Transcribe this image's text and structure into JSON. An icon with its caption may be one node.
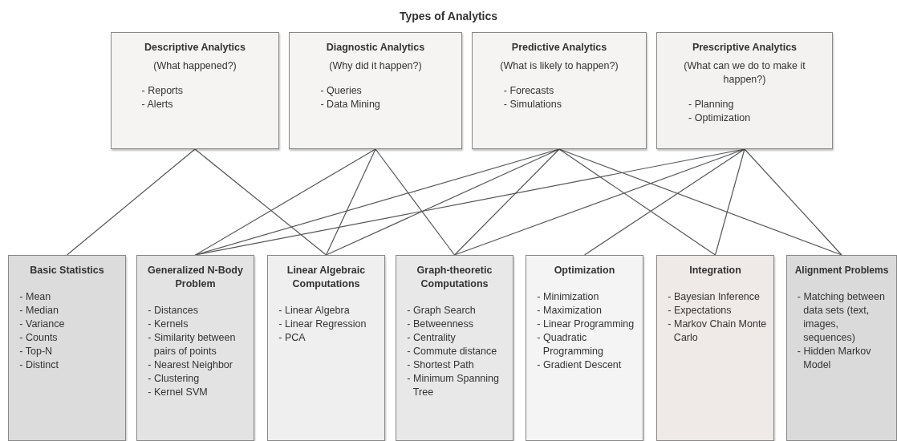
{
  "diagram": {
    "title": "Types of Analytics",
    "nodes": [
      {
        "text": [
          "Descriptive Analytics",
          "(What happened?)",
          "- Reports",
          "- Alerts"
        ]
      },
      {
        "text": [
          "Diagnostic Analytics",
          "(Why did it happen?)",
          "- Queries",
          "- Data Mining"
        ]
      },
      {
        "text": [
          "Predictive Analytics",
          "(What is likely to happen?)",
          "- Forecasts",
          "- Simulations"
        ]
      },
      {
        "text": [
          "Prescriptive Analytics",
          "(What can we do to make it happen?)",
          "- Planning",
          "- Optimization"
        ]
      },
      {
        "text": [
          "Basic Statistics",
          "- Mean",
          "- Median",
          "- Variance",
          "- Counts",
          "- Top-N",
          "- Distinct"
        ]
      },
      {
        "text": [
          "Generalized N-Body Problem",
          "- Distances",
          "- Kernels",
          "- Similarity between pairs of points",
          "- Nearest Neighbor",
          "- Clustering",
          "- Kernel SVM"
        ]
      },
      {
        "text": [
          "Linear Algebraic Computations",
          "- Linear Algebra",
          "- Linear Regression",
          "- PCA"
        ]
      },
      {
        "text": [
          "Graph-theoretic Computations",
          "- Graph Search",
          "- Betweenness",
          "- Centrality",
          "- Commute distance",
          "- Shortest Path",
          "- Minimum Spanning Tree"
        ]
      },
      {
        "text": [
          "Optimization",
          "- Minimization",
          "- Maximization",
          "- Linear Programming",
          "- Quadratic Programming",
          "- Gradient Descent"
        ]
      },
      {
        "text": [
          "Integration",
          "- Bayesian Inference",
          "- Expectations",
          "- Markov Chain Monte Carlo"
        ]
      },
      {
        "text": [
          "Alignment Problems",
          "- Matching between data sets (text, images, sequences)",
          "- Hidden Markov Model"
        ]
      }
    ],
    "edges": [
      {
        "from": 0,
        "to": 4,
        "arrow": "none"
      },
      {
        "from": 0,
        "to": 6,
        "arrow": "none"
      },
      {
        "from": 1,
        "to": 5,
        "arrow": "none"
      },
      {
        "from": 1,
        "to": 6,
        "arrow": "none"
      },
      {
        "from": 1,
        "to": 7,
        "arrow": "none"
      },
      {
        "from": 2,
        "to": 5,
        "arrow": "none"
      },
      {
        "from": 2,
        "to": 6,
        "arrow": "none"
      },
      {
        "from": 2,
        "to": 7,
        "arrow": "none"
      },
      {
        "from": 2,
        "to": 9,
        "arrow": "none"
      },
      {
        "from": 2,
        "to": 10,
        "arrow": "none"
      },
      {
        "from": 3,
        "to": 5,
        "arrow": "none"
      },
      {
        "from": 3,
        "to": 7,
        "arrow": "none"
      },
      {
        "from": 3,
        "to": 8,
        "arrow": "none"
      },
      {
        "from": 3,
        "to": 9,
        "arrow": "none"
      },
      {
        "from": 3,
        "to": 10,
        "arrow": "none"
      }
    ]
  }
}
